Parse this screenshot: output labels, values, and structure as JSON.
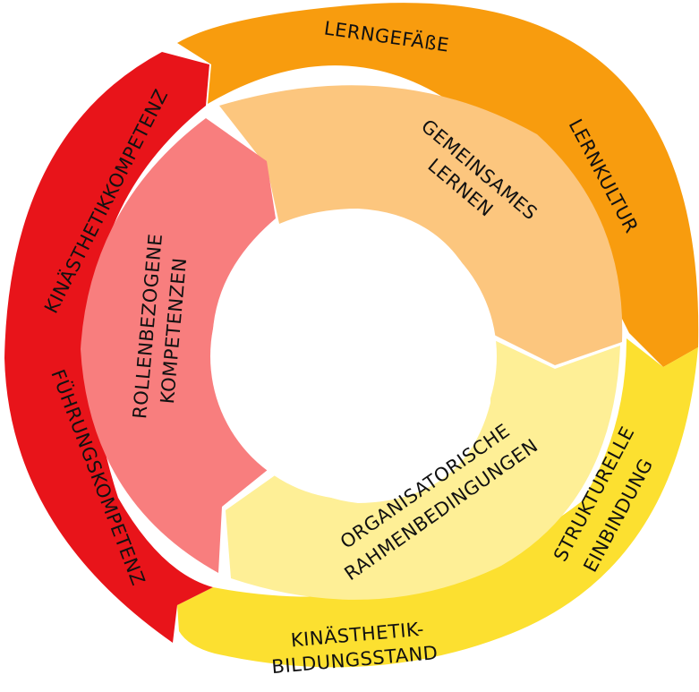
{
  "outer_ring": {
    "learning_vessels": "LERNGEFÄßE",
    "learning_culture": "LERNKULTUR",
    "structural_integration_1": "STRUKTURELLE",
    "structural_integration_2": "EINBINDUNG",
    "education_level_1": "KINÄSTHETIK-",
    "education_level_2": "BILDUNGSSTAND",
    "leadership_competence": "FÜHRUNGSKOMPETENZ",
    "kinaesthetics_competence": "KINÄSTHETIKKOMPETENZ"
  },
  "inner_ring": {
    "joint_learning_1": "GEMEINSAMES",
    "joint_learning_2": "LERNEN",
    "org_conditions_1": "ORGANISATORISCHE",
    "org_conditions_2": "RAHMENBEDINGUNGEN",
    "role_competence_1": "ROLLENBEZOGENE",
    "role_competence_2": "KOMPETENZEN"
  },
  "colors": {
    "outer_orange": "#F89C0E",
    "outer_yellow": "#FCE030",
    "outer_red": "#E8141A",
    "inner_orange": "#FCC67E",
    "inner_yellow": "#FEEF96",
    "inner_red": "#F87E7E"
  }
}
